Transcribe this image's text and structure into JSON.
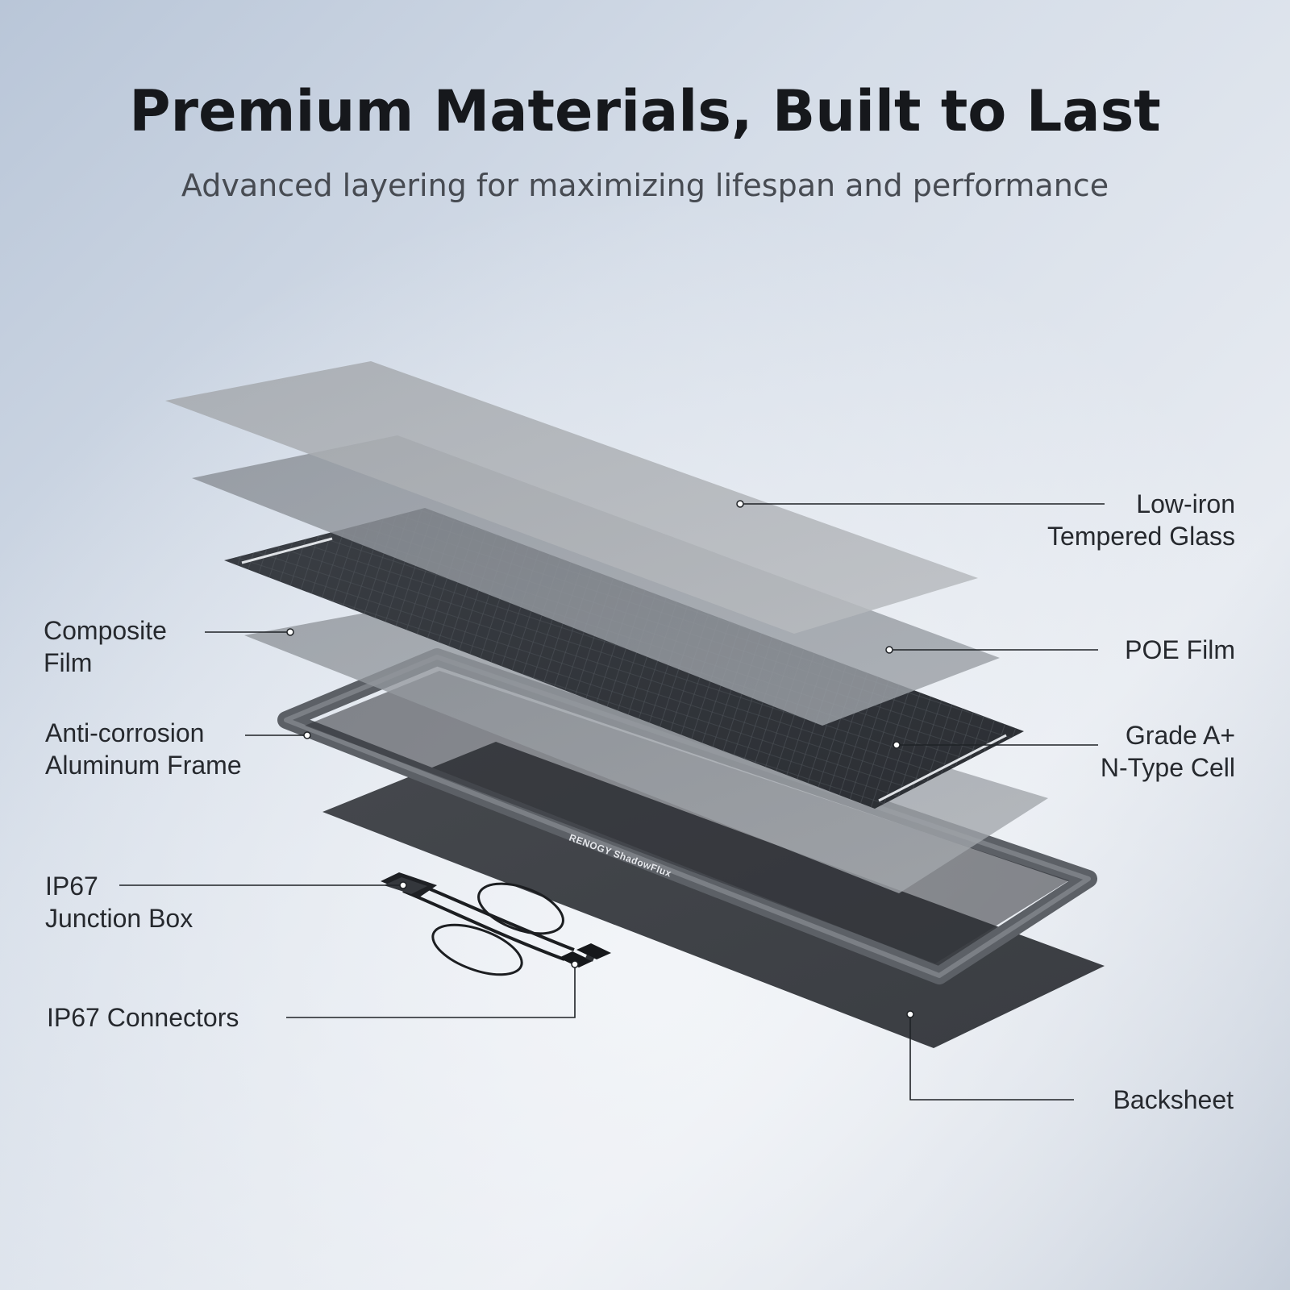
{
  "header": {
    "title": "Premium Materials, Built to Last",
    "subtitle": "Advanced layering for maximizing lifespan and performance"
  },
  "brand": {
    "logo_text": "RENOGY",
    "product_text": "ShadowFlux"
  },
  "labels": {
    "glass": {
      "line1": "Low-iron",
      "line2": "Tempered Glass"
    },
    "poe": {
      "line1": "POE Film"
    },
    "cell": {
      "line1": "Grade A+",
      "line2": "N-Type Cell"
    },
    "backsheet": {
      "line1": "Backsheet"
    },
    "composite": {
      "line1": "Composite",
      "line2": "Film"
    },
    "frame": {
      "line1": "Anti-corrosion",
      "line2": "Aluminum Frame"
    },
    "junction": {
      "line1": "IP67",
      "line2": "Junction Box"
    },
    "connectors": {
      "line1": "IP67 Connectors"
    }
  }
}
